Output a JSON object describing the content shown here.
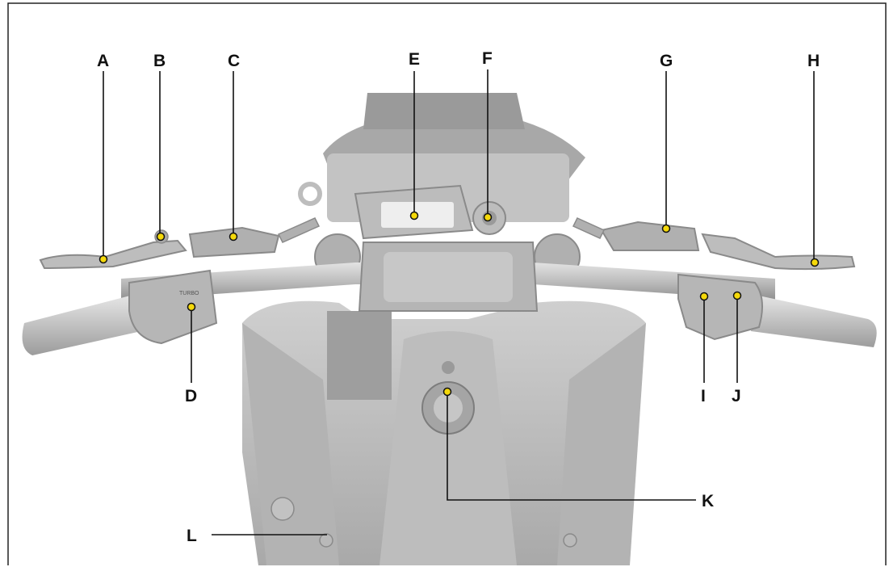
{
  "figure": {
    "callouts": [
      {
        "id": "A",
        "label": "A"
      },
      {
        "id": "B",
        "label": "B"
      },
      {
        "id": "C",
        "label": "C"
      },
      {
        "id": "D",
        "label": "D"
      },
      {
        "id": "E",
        "label": "E"
      },
      {
        "id": "F",
        "label": "F"
      },
      {
        "id": "G",
        "label": "G"
      },
      {
        "id": "H",
        "label": "H"
      },
      {
        "id": "I",
        "label": "I"
      },
      {
        "id": "J",
        "label": "J"
      },
      {
        "id": "K",
        "label": "K"
      },
      {
        "id": "L",
        "label": "L"
      }
    ],
    "switch_text": "TURBO",
    "colors": {
      "marker": "#f5d90a",
      "leader": "#111111",
      "body_light": "#d4d4d4",
      "body_mid": "#b9b9b9",
      "body_dark": "#8f8f8f"
    }
  }
}
